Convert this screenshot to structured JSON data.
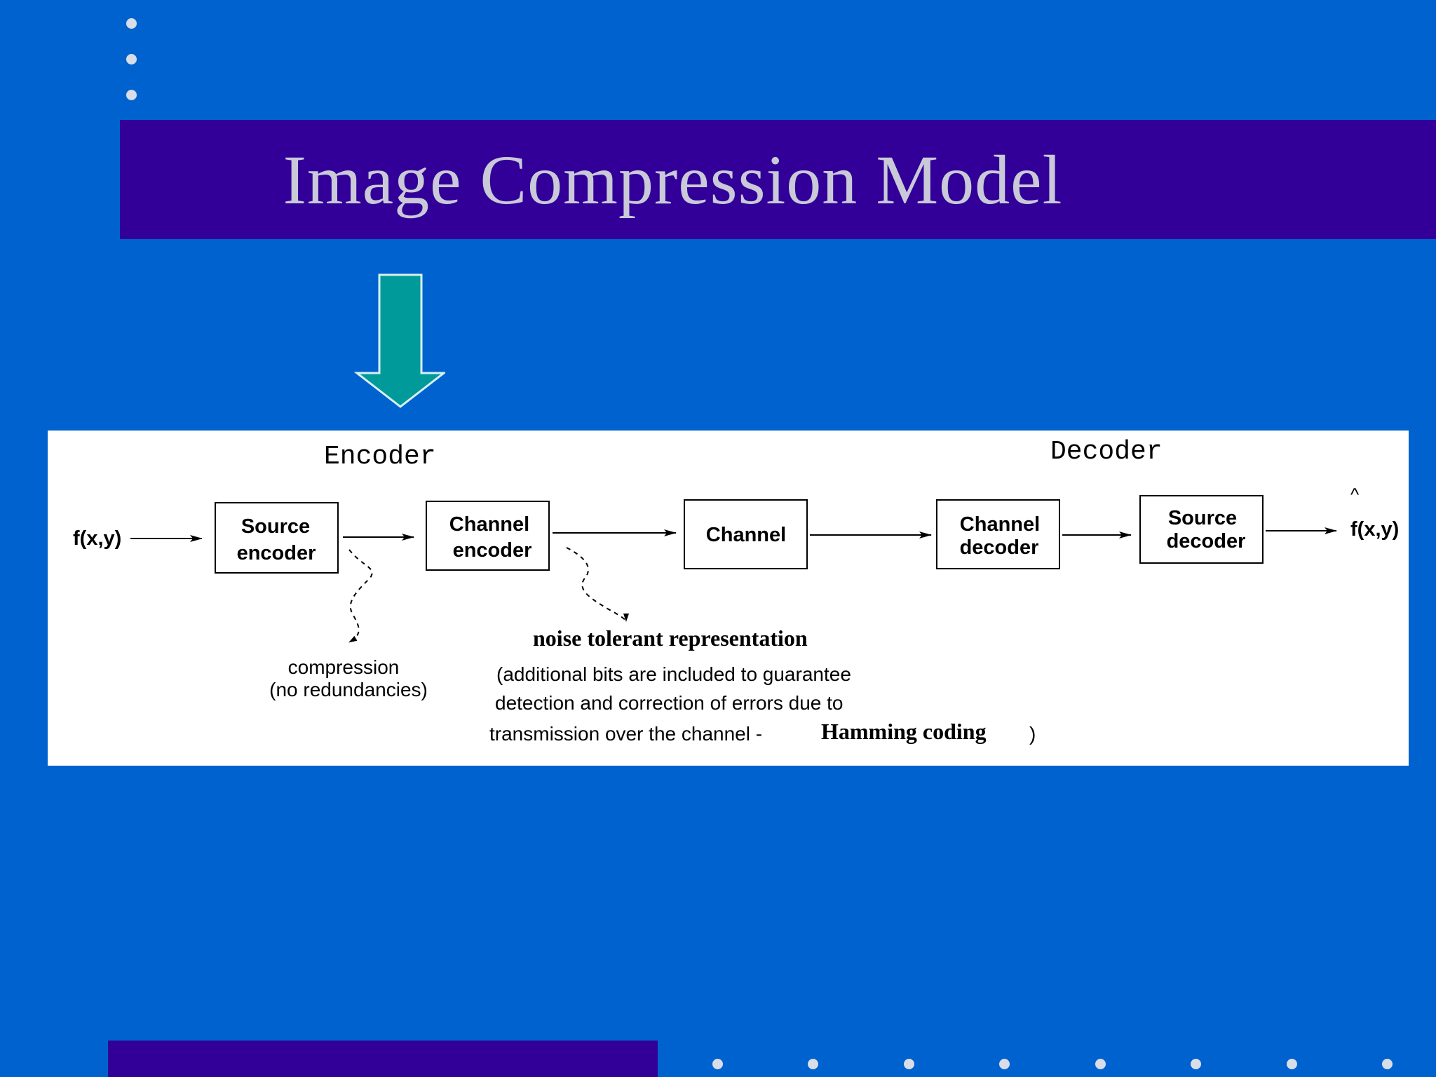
{
  "slide": {
    "title": "Image Compression Model"
  },
  "diagram": {
    "encoder_label": "Encoder",
    "decoder_label": "Decoder",
    "input_label": "f(x,y)",
    "output_label": "f(x,y)",
    "output_hat": "^",
    "blocks": [
      {
        "line1": "Source",
        "line2": "encoder"
      },
      {
        "line1": "Channel",
        "line2": "encoder"
      },
      {
        "line1": "Channel",
        "line2": ""
      },
      {
        "line1": "Channel",
        "line2": "decoder"
      },
      {
        "line1": "Source",
        "line2": "decoder"
      }
    ],
    "compression_note": {
      "line1": "compression",
      "line2": "(no redundancies)"
    },
    "noise_note": {
      "heading": "noise tolerant representation",
      "line1": "(additional bits are included to guarantee",
      "line2": "detection and correction of errors due to",
      "line3": "transmission over the channel -",
      "emphasis": "Hamming coding",
      "close": ")"
    }
  },
  "colors": {
    "background": "#0062cf",
    "band": "#320098",
    "title_text": "#c9c9d8",
    "arrow_fill": "#009a9a",
    "dots": "#d8dde8"
  }
}
